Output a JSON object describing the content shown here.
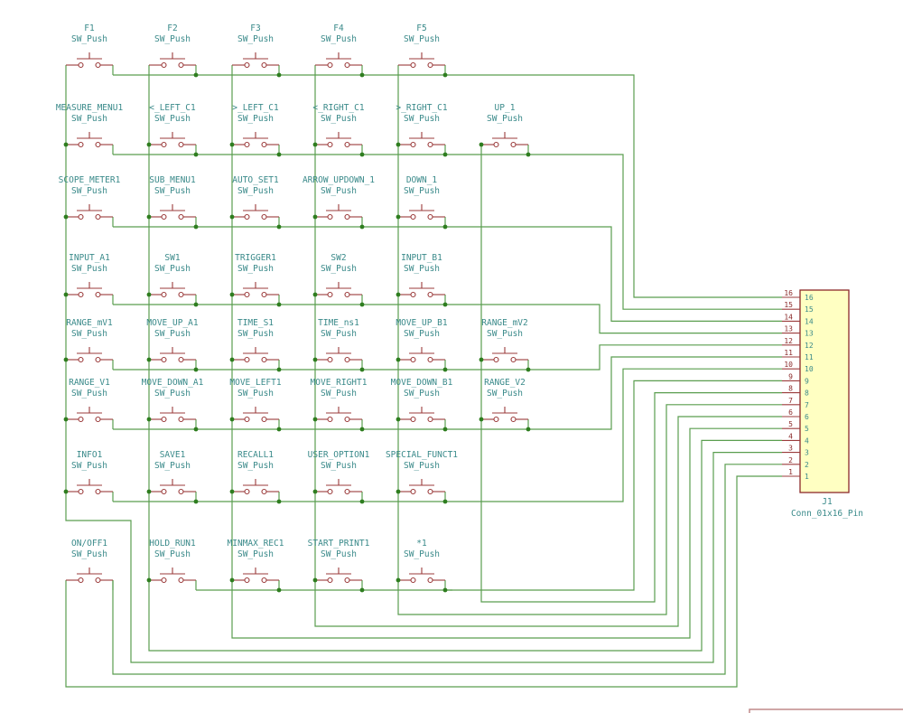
{
  "schematic": {
    "switch_value": "SW_Push",
    "rows": [
      [
        "F1",
        "F2",
        "F3",
        "F4",
        "F5"
      ],
      [
        "MEASURE_MENU1",
        "<_LEFT_C1",
        ">_LEFT_C1",
        "<_RIGHT_C1",
        ">_RIGHT_C1",
        "UP_1"
      ],
      [
        "SCOPE_METER1",
        "SUB_MENU1",
        "AUTO_SET1",
        "ARROW_UPDOWN_1",
        "DOWN_1"
      ],
      [
        "INPUT_A1",
        "SW1",
        "TRIGGER1",
        "SW2",
        "INPUT_B1"
      ],
      [
        "RANGE_mV1",
        "MOVE_UP_A1",
        "TIME_S1",
        "TIME_ns1",
        "MOVE_UP_B1",
        "RANGE_mV2"
      ],
      [
        "RANGE_V1",
        "MOVE_DOWN_A1",
        "MOVE_LEFT1",
        "MOVE_RIGHT1",
        "MOVE_DOWN_B1",
        "RANGE_V2"
      ],
      [
        "INFO1",
        "SAVE1",
        "RECALL1",
        "USER_OPTION1",
        "SPECIAL_FUNCT1"
      ],
      [
        "ON/OFF1",
        "HOLD_RUN1",
        "MINMAX_REC1",
        "START_PRINT1",
        "*1"
      ]
    ],
    "connector": {
      "reference": "J1",
      "value": "Conn_01x16_Pin",
      "pins": [
        "16",
        "15",
        "14",
        "13",
        "12",
        "11",
        "10",
        "9",
        "8",
        "7",
        "6",
        "5",
        "4",
        "3",
        "2",
        "1"
      ]
    },
    "colors": {
      "wire": "#5a9e4f",
      "junction": "#2e7d1f",
      "symbol": "#9b3b3b",
      "text": "#3a8a8a",
      "connector_fill": "#ffffc2"
    }
  }
}
